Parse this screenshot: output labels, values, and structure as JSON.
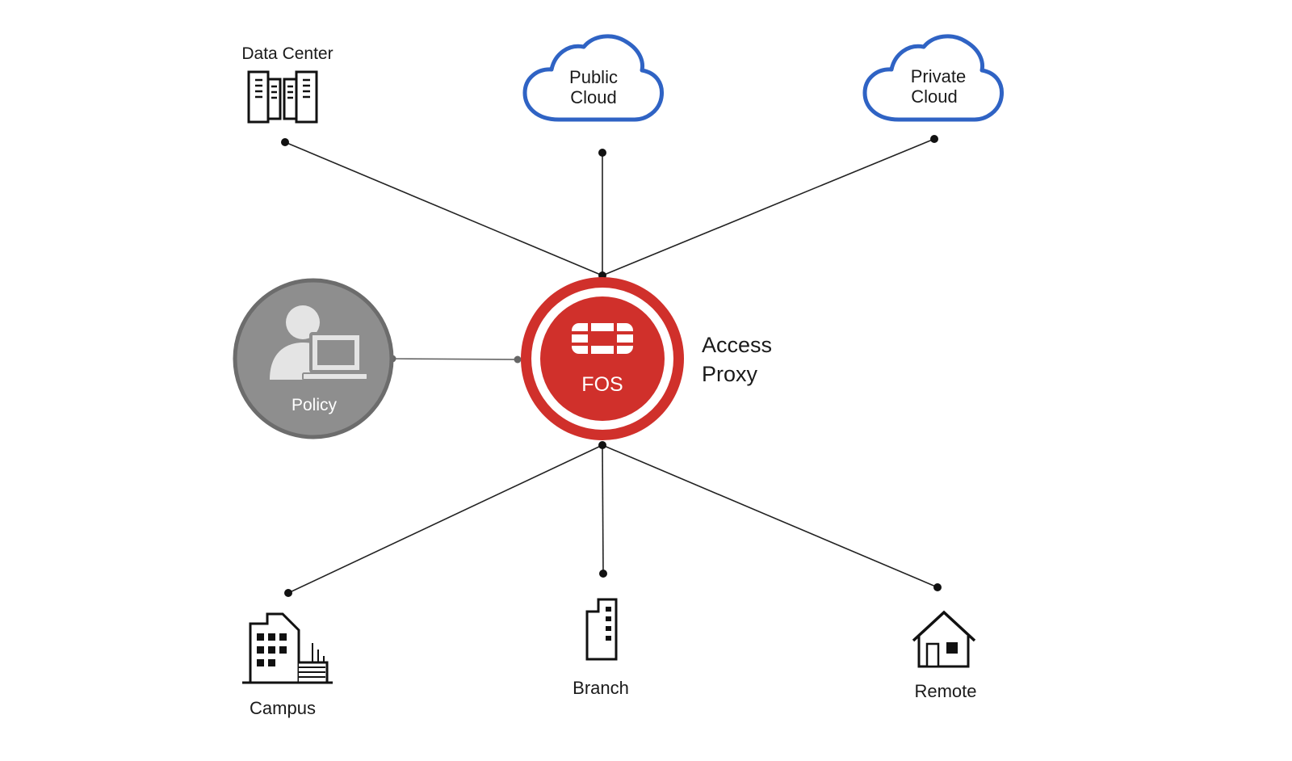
{
  "nodes": {
    "data_center": {
      "label": "Data Center"
    },
    "public_cloud": {
      "line1": "Public",
      "line2": "Cloud"
    },
    "private_cloud": {
      "line1": "Private",
      "line2": "Cloud"
    },
    "policy": {
      "label": "Policy"
    },
    "fos": {
      "label": "FOS"
    },
    "access_proxy": {
      "line1": "Access",
      "line2": "Proxy"
    },
    "campus": {
      "label": "Campus"
    },
    "branch": {
      "label": "Branch"
    },
    "remote": {
      "label": "Remote"
    }
  },
  "colors": {
    "fortinet_red": "#d0302b",
    "cloud_blue": "#2f63c4",
    "policy_gray": "#8e8e8e",
    "line": "#222222"
  }
}
